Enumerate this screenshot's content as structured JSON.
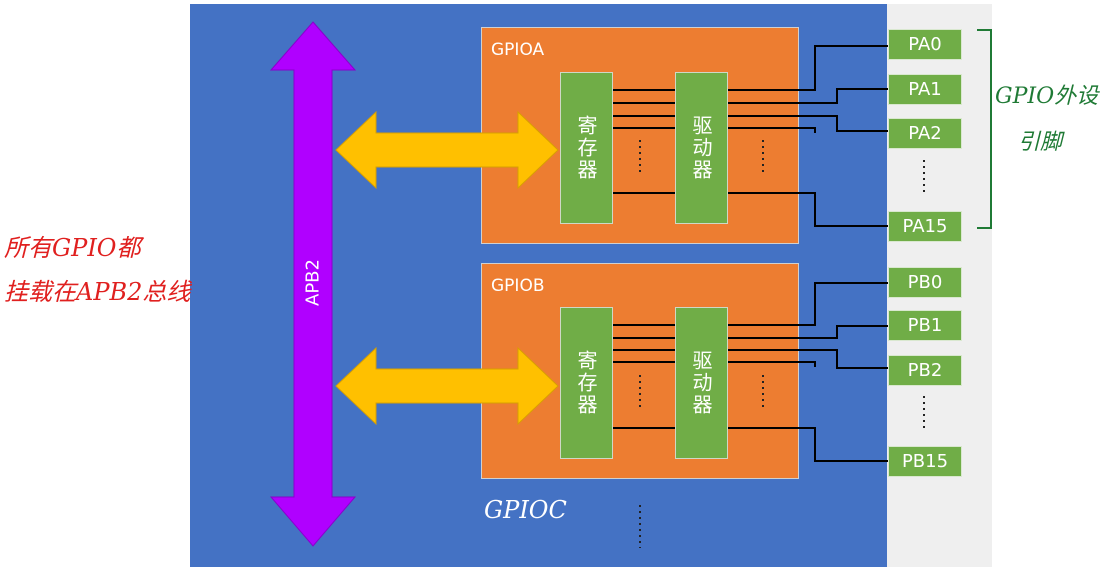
{
  "bus": {
    "label": "APB2"
  },
  "gpio_blocks": [
    {
      "name": "GPIOA",
      "register": "寄存器",
      "driver": "驱动器",
      "pins": [
        "PA0",
        "PA1",
        "PA2",
        "PA15"
      ]
    },
    {
      "name": "GPIOB",
      "register": "寄存器",
      "driver": "驱动器",
      "pins": [
        "PB0",
        "PB1",
        "PB2",
        "PB15"
      ]
    }
  ],
  "gpioc_label": "GPIOC",
  "annotations": {
    "left_note_line1": "所有GPIO都",
    "left_note_line2": "挂载在APB2总线",
    "right_note_line1": "GPIO外设",
    "right_note_line2": "引脚"
  },
  "colors": {
    "chip_bg": "#4472c4",
    "gpio_block": "#ed7d31",
    "register_driver": "#70ad47",
    "bus_arrow": "#b000ff",
    "data_arrow": "#ffc000",
    "left_note": "#e0201f",
    "right_note": "#1f7a35"
  }
}
